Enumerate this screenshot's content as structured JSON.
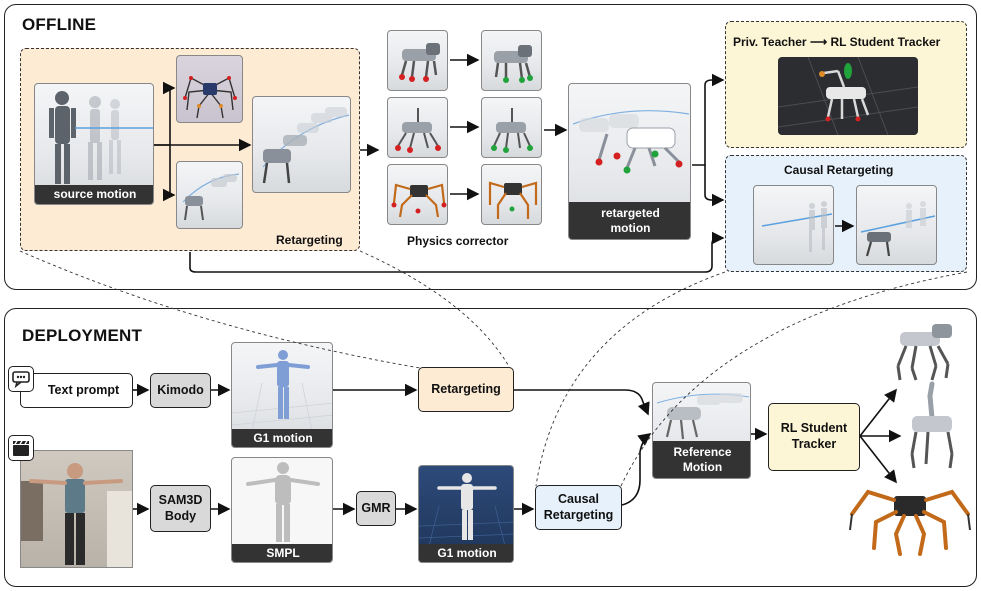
{
  "offline": {
    "title": "OFFLINE",
    "source_motion": "source motion",
    "retargeting": "Retargeting",
    "physics_corrector": "Physics corrector",
    "retargeted_motion": "retargeted\nmotion",
    "priv_teacher": "Priv. Teacher",
    "rl_student_tracker": "RL Student Tracker",
    "causal_retargeting": "Causal Retargeting"
  },
  "deployment": {
    "title": "DEPLOYMENT",
    "text_prompt": "Text prompt",
    "kimodo": "Kimodo",
    "g1_motion_top": "G1 motion",
    "retargeting": "Retargeting",
    "reference_motion": "Reference\nMotion",
    "rl_student": "RL Student\nTracker",
    "sam3d_body": "SAM3D\nBody",
    "smpl": "SMPL",
    "gmr": "GMR",
    "g1_motion_bottom": "G1 motion",
    "causal_retargeting": "Causal\nRetargeting"
  },
  "colors": {
    "retarget_fill": "#fdebd3",
    "teacher_fill": "#fdf6d6",
    "causal_fill": "#e6f1fb",
    "node_grey": "#d9d9d9",
    "caption_dark": "#333333",
    "red_marker": "#d42020",
    "green_marker": "#1fa33a"
  },
  "icons": [
    "chat-icon",
    "clapperboard-icon"
  ]
}
